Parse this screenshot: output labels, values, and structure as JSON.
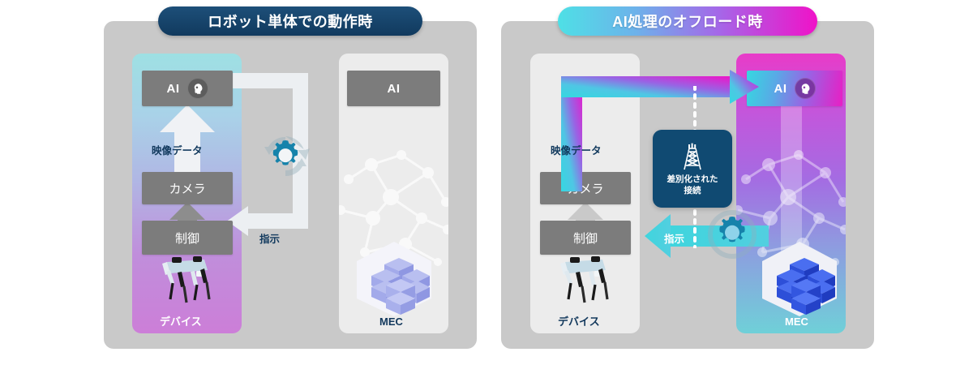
{
  "diagram": {
    "panels": [
      {
        "id": "standalone",
        "title": "ロボット単体での動作時",
        "title_bg": "#163f66",
        "device_column": {
          "caption": "デバイス",
          "blocks": [
            {
              "label": "AI",
              "icon": "head-brain-icon"
            },
            {
              "label": "カメラ"
            },
            {
              "label": "制御"
            }
          ],
          "flow_label": "映像データ",
          "robot_icon": "robot-dog-icon",
          "state": "active"
        },
        "mec_column": {
          "caption": "MEC",
          "blocks": [
            {
              "label": "AI"
            }
          ],
          "server_icon": "mec-server-hexagon-icon",
          "state": "inactive"
        },
        "loop": {
          "label": "指示",
          "gear_icon": "gear-refresh-icon",
          "arrow_color": "#eceff2"
        }
      },
      {
        "id": "offload",
        "title": "AI処理のオフロード時",
        "title_bg": "#4ee0e6 → #f012c8",
        "device_column": {
          "caption": "デバイス",
          "blocks": [
            {
              "label": "カメラ"
            },
            {
              "label": "制御"
            }
          ],
          "flow_label": "映像データ",
          "robot_icon": "robot-dog-icon",
          "state": "inactive"
        },
        "mec_column": {
          "caption": "MEC",
          "blocks": [
            {
              "label": "AI",
              "icon": "head-brain-icon"
            }
          ],
          "server_icon": "mec-server-hexagon-icon",
          "state": "active"
        },
        "uplink": {
          "label": "映像データ",
          "color": "#35d8e0 → #e81fc4"
        },
        "downlink": {
          "label": "指示",
          "color": "#3fd5dd"
        },
        "network_card": {
          "title_line1": "差別化された",
          "title_line2": "接続",
          "icon": "cell-tower-icon",
          "bg": "#104a72"
        },
        "gear_icon": "gear-refresh-icon"
      }
    ],
    "colors": {
      "panel_bg": "#c9c9c9",
      "block_gray": "#7c7c7c",
      "inactive_column": "#ececec",
      "accent_cyan": "#3fd5dd",
      "accent_magenta": "#e81fc4",
      "accent_navy": "#104a72",
      "gear_teal": "#1683ab"
    }
  }
}
